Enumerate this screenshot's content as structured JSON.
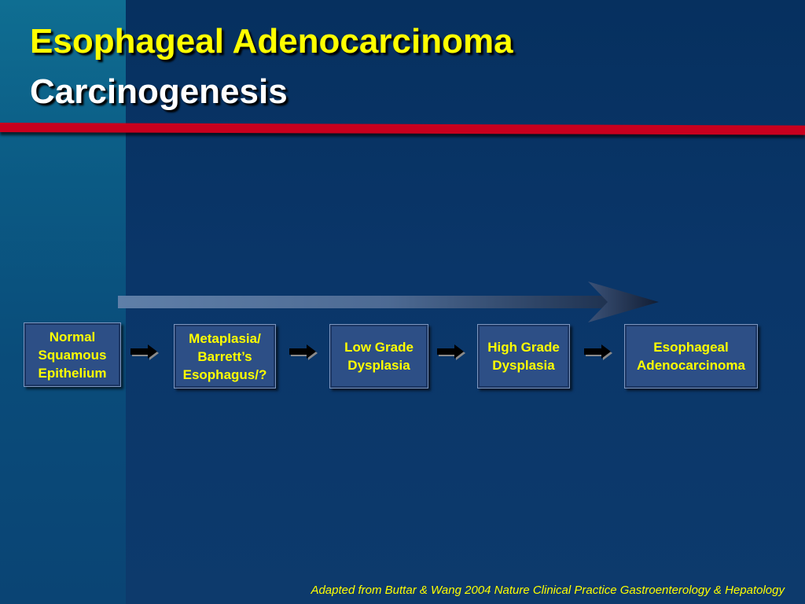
{
  "title": {
    "line1": "Esophageal Adenocarcinoma",
    "line2": "Carcinogenesis"
  },
  "stages": [
    {
      "label_lines": [
        "Normal",
        "Squamous",
        "Epithelium"
      ]
    },
    {
      "label_lines": [
        "Metaplasia/",
        "Barrett’s",
        "Esophagus/?"
      ]
    },
    {
      "label_lines": [
        "Low Grade",
        "Dysplasia"
      ]
    },
    {
      "label_lines": [
        "High Grade",
        "Dysplasia"
      ]
    },
    {
      "label_lines": [
        "Esophageal",
        "Adenocarcinoma"
      ]
    }
  ],
  "footer": {
    "citation": "Adapted from Buttar  & Wang 2004 Nature Clinical Practice Gastroenterology & Hepatology"
  },
  "colors": {
    "background": "#0c3566",
    "title_primary": "#ffff00",
    "title_secondary": "#ffffff",
    "rule": "#c8001e",
    "box_fill": "#2d4f86",
    "box_text": "#ffff00"
  }
}
